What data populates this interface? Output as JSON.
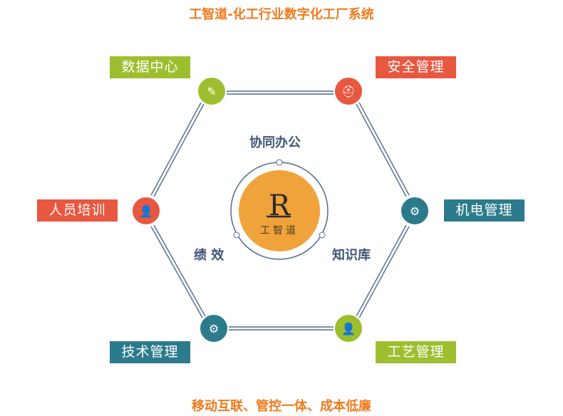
{
  "title": "工智道-化工行业数字化工厂系统",
  "footer": "移动互联、管控一体、成本低廉",
  "center": {
    "logo_letter": "R",
    "logo_text": "工智道"
  },
  "inner_labels": {
    "top": "协同办公",
    "left": "绩 效",
    "right": "知识库"
  },
  "modules": [
    {
      "label": "数据中心",
      "icon": "chart-edit-icon",
      "color": "#9dbf2f"
    },
    {
      "label": "安全管理",
      "icon": "helmet-worker-icon",
      "color": "#e8573f"
    },
    {
      "label": "机电管理",
      "icon": "machine-icon",
      "color": "#2c7b8c"
    },
    {
      "label": "工艺管理",
      "icon": "user-icon",
      "color": "#9dbf2f"
    },
    {
      "label": "技术管理",
      "icon": "gears-icon",
      "color": "#2c7b8c"
    },
    {
      "label": "人员培训",
      "icon": "trainer-icon",
      "color": "#e8573f"
    }
  ],
  "colors": {
    "accent": "#f07a1c",
    "center": "#f0a33a",
    "line": "#4f6a8f"
  }
}
